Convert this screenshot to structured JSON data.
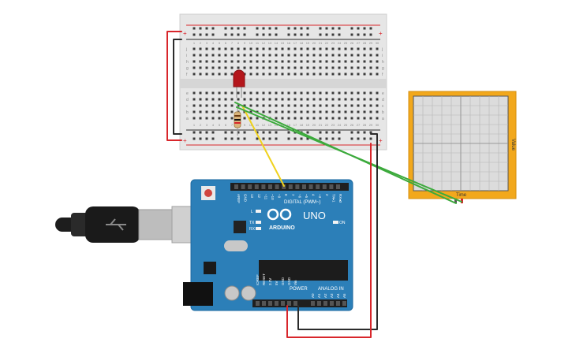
{
  "breadboard": {
    "rail_plus": "+",
    "rail_minus": "-",
    "column_numbers": [
      "1",
      "2",
      "3",
      "4",
      "5",
      "6",
      "7",
      "8",
      "9",
      "10",
      "11",
      "12",
      "13",
      "14",
      "15",
      "16",
      "17",
      "18",
      "19",
      "20",
      "21",
      "22",
      "23",
      "24",
      "25",
      "26",
      "27",
      "28",
      "29",
      "30"
    ],
    "row_letters_top": [
      "j",
      "i",
      "h",
      "g",
      "f"
    ],
    "row_letters_bottom": [
      "e",
      "d",
      "c",
      "b",
      "a"
    ]
  },
  "arduino": {
    "brand": "ARDUINO",
    "model": "UNO",
    "digital_label": "DIGITAL (PWM~)",
    "power_label": "POWER",
    "analog_label": "ANALOG IN",
    "on_label": "ON",
    "l_label": "L",
    "tx_label": "TX",
    "rx_label": "RX",
    "digital_pins": [
      "AREF",
      "GND",
      "13",
      "12",
      "~11",
      "~10",
      "~9",
      "8",
      "7",
      "~6",
      "~5",
      "4",
      "~3",
      "2",
      "TX▸1",
      "RX◂0"
    ],
    "power_pins": [
      "IOREF",
      "RESET",
      "3.3V",
      "5V",
      "GND",
      "GND",
      "Vin"
    ],
    "analog_pins": [
      "A0",
      "A1",
      "A2",
      "A3",
      "A4",
      "A5"
    ]
  },
  "oscilloscope": {
    "y_label": "Value",
    "x_label": "Time"
  },
  "colors": {
    "board_blue": "#2c7fb8",
    "scope_frame": "#f2a81c",
    "wire_red": "#d8262b",
    "wire_black": "#2b2b2b",
    "wire_green": "#3caa3c",
    "wire_yellow": "#f0d21e",
    "led_red": "#b4161b"
  }
}
